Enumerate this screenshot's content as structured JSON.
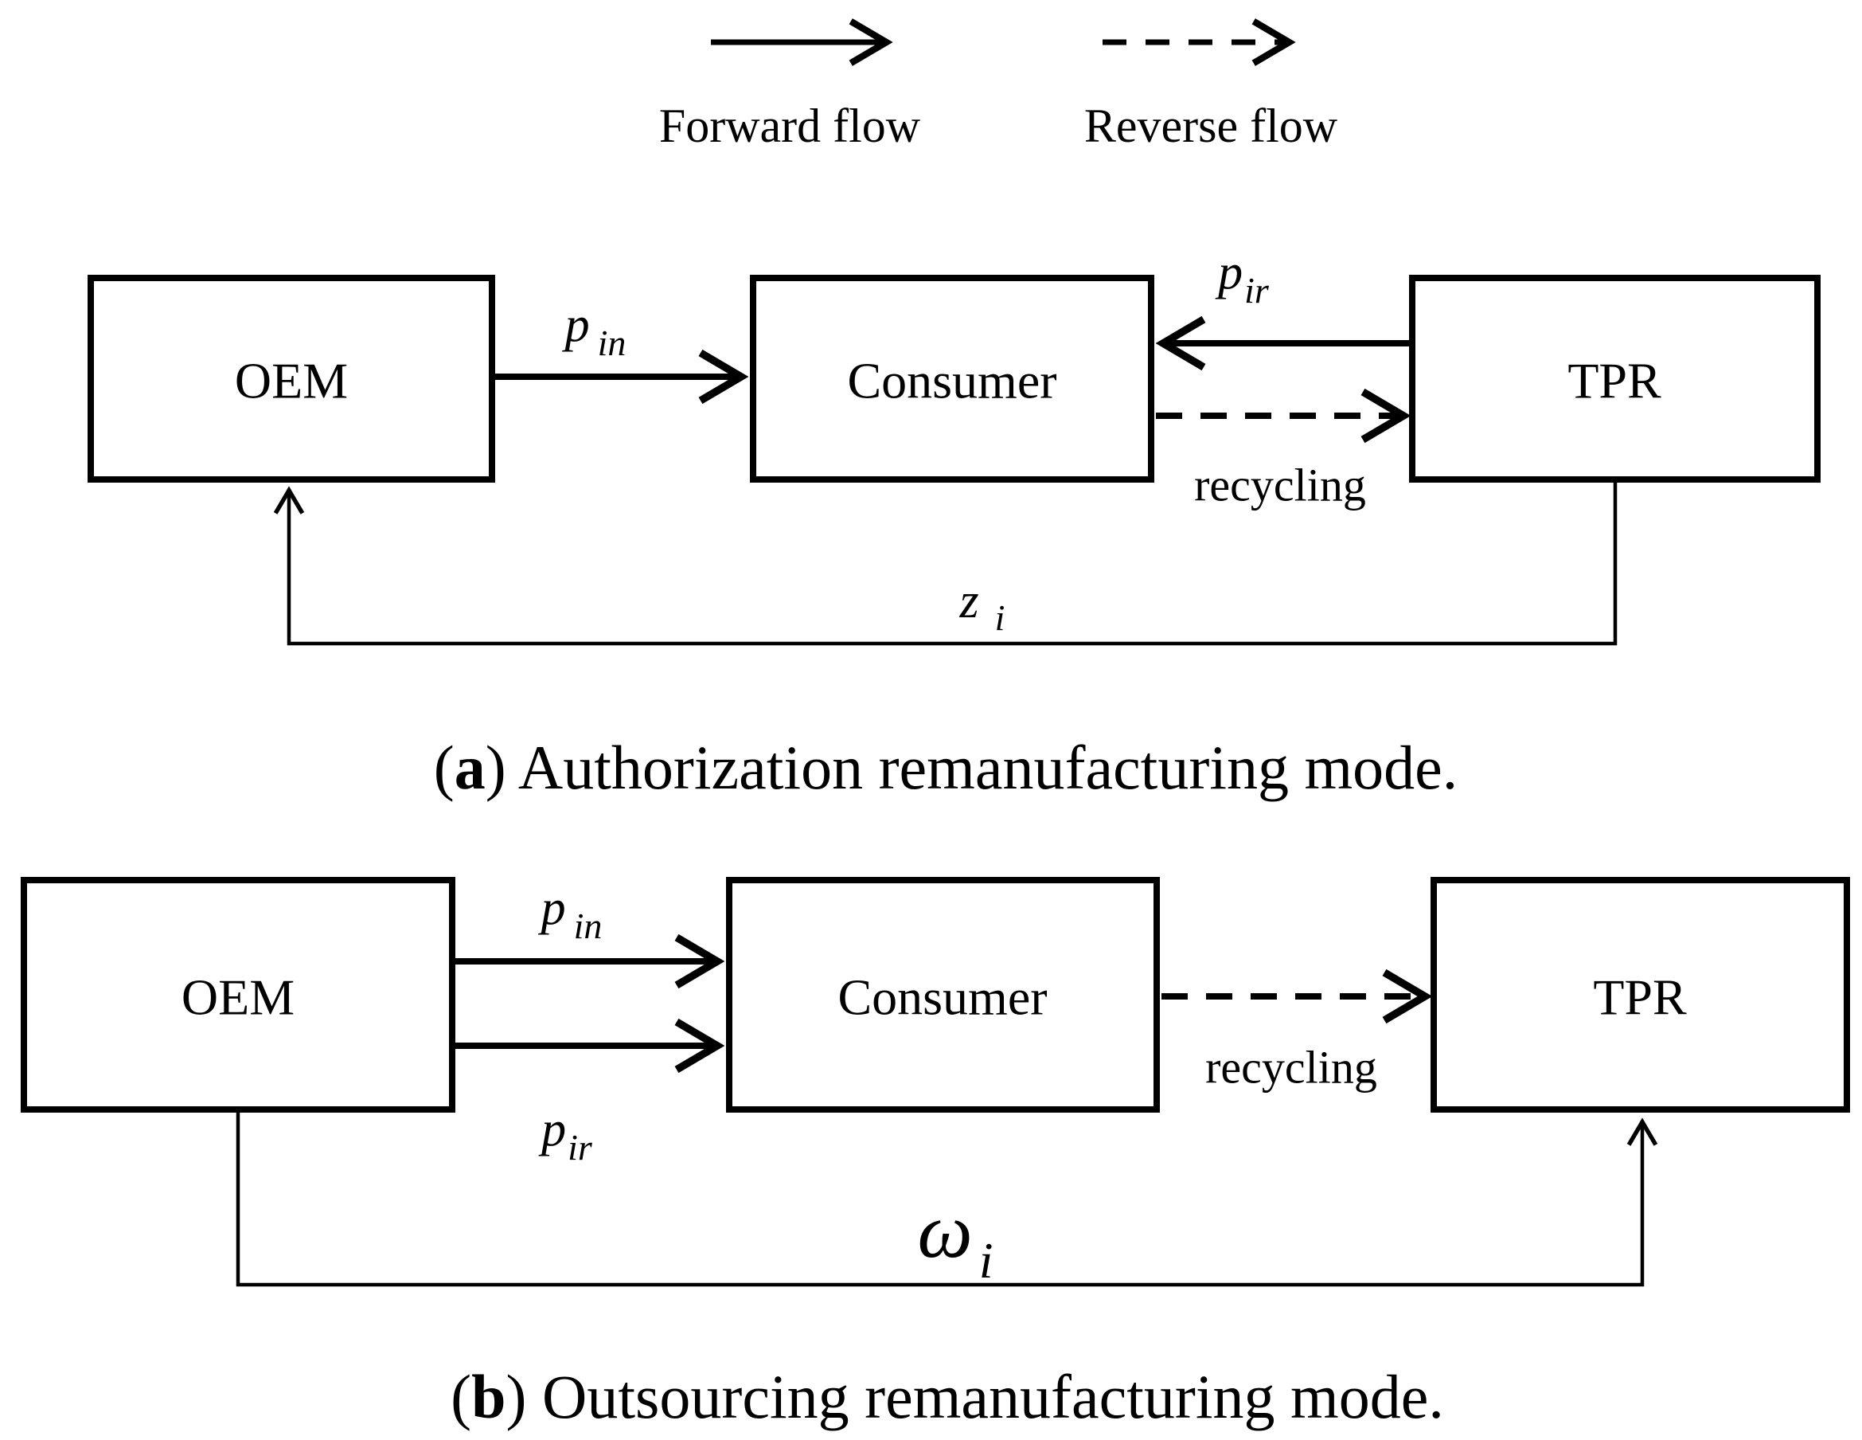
{
  "figure": {
    "background": "#ffffff",
    "line_color": "#000000",
    "legend": {
      "forward_label": "Forward flow",
      "reverse_label": "Reverse flow"
    },
    "panel_a": {
      "caption": {
        "open": "(",
        "letter": "a",
        "rest": ") Authorization remanufacturing mode."
      },
      "nodes": {
        "oem": "OEM",
        "consumer": "Consumer",
        "tpr": "TPR"
      },
      "edges": {
        "pin": {
          "base": "p",
          "sub": "in"
        },
        "pir": {
          "base": "p",
          "sub": "ir"
        },
        "recycling_label": "recycling",
        "zi": {
          "base": "z",
          "sub": "i"
        }
      }
    },
    "panel_b": {
      "caption": {
        "open": "(",
        "letter": "b",
        "rest": ") Outsourcing remanufacturing mode."
      },
      "nodes": {
        "oem": "OEM",
        "consumer": "Consumer",
        "tpr": "TPR"
      },
      "edges": {
        "pin": {
          "base": "p",
          "sub": "in"
        },
        "pir": {
          "base": "p",
          "sub": "ir"
        },
        "recycling_label": "recycling",
        "omegai": {
          "base": "ω",
          "sub": "i"
        }
      }
    }
  }
}
